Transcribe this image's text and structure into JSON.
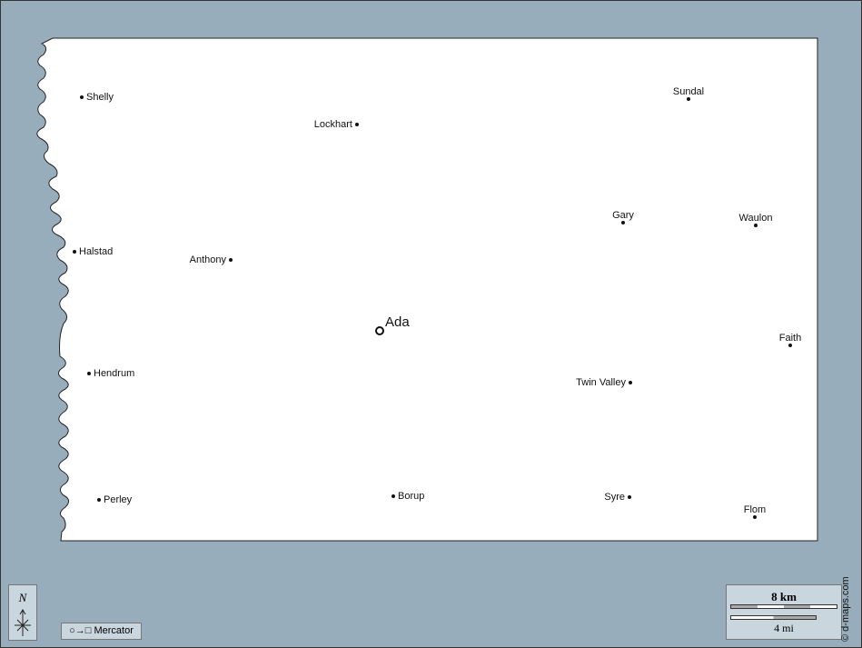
{
  "map": {
    "county_seat": "Ada",
    "cities": [
      "Shelly",
      "Lockhart",
      "Sundal",
      "Gary",
      "Waulon",
      "Halstad",
      "Anthony",
      "Faith",
      "Hendrum",
      "Twin Valley",
      "Perley",
      "Borup",
      "Syre",
      "Flom"
    ]
  },
  "legend": {
    "north_label": "N",
    "projection_label": "Mercator",
    "projection_symbol": "○→□",
    "scale_km": "8 km",
    "scale_mi": "4 mi"
  },
  "credit": "© d-maps.com",
  "colors": {
    "water_bg": "#97adbc",
    "land": "#ffffff",
    "panel": "#c9d6de"
  }
}
